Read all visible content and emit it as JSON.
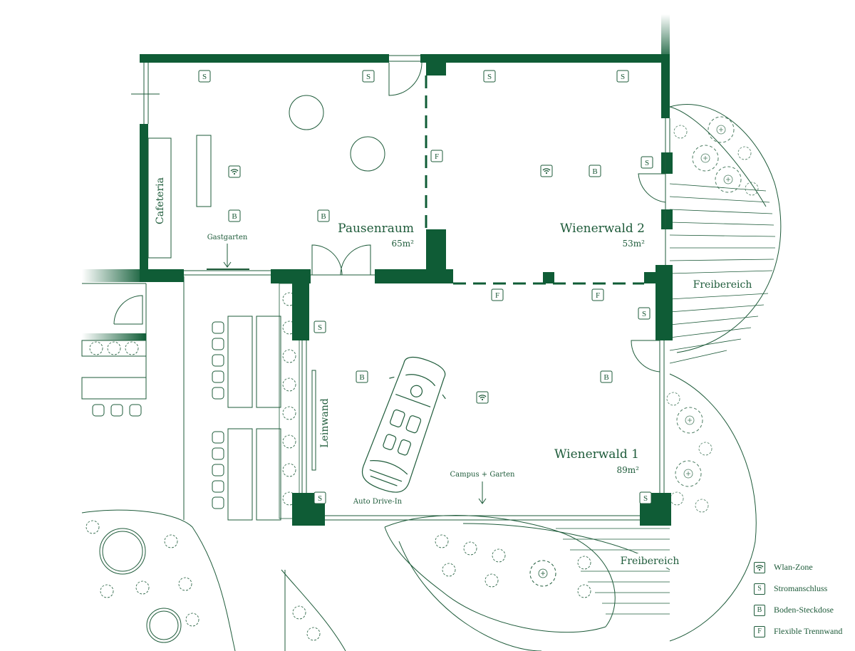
{
  "colors": {
    "wall": "#0f5c36",
    "line": "#1e5b3a",
    "background": "#ffffff"
  },
  "rooms": {
    "pausenraum": {
      "name": "Pausenraum",
      "area": "65m²"
    },
    "wienerwald2": {
      "name": "Wienerwald 2",
      "area": "53m²"
    },
    "wienerwald1": {
      "name": "Wienerwald 1",
      "area": "89m²"
    }
  },
  "labels": {
    "cafeteria": "Cafeteria",
    "gastgarten": "Gastgarten",
    "leinwand": "Leinwand",
    "auto_drive_in": "Auto Drive-In",
    "campus_garten": "Campus + Garten",
    "freibereich_east": "Freibereich",
    "freibereich_south": "Freibereich"
  },
  "markers": {
    "s_letter": "S",
    "b_letter": "B",
    "f_letter": "F"
  },
  "legend": {
    "items": [
      {
        "symbol": "wifi-icon",
        "label": "Wlan-Zone"
      },
      {
        "symbol": "S",
        "label": "Stromanschluss"
      },
      {
        "symbol": "B",
        "label": "Boden-Steckdose"
      },
      {
        "symbol": "F",
        "label": "Flexible Trennwand"
      }
    ]
  }
}
